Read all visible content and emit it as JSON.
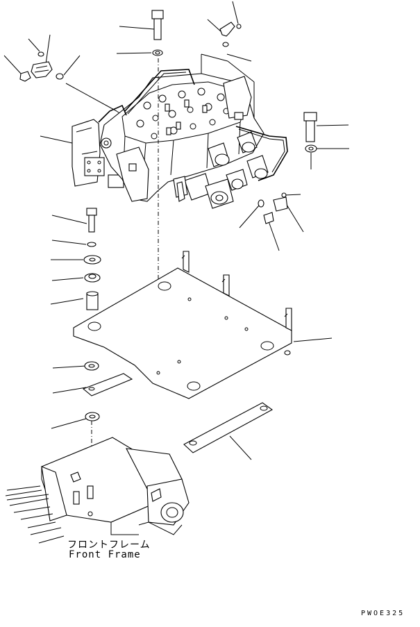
{
  "labels": {
    "front_frame_jp": "フロントフレーム",
    "front_frame_en": "Front Frame",
    "drawing_code": "PWOE325"
  }
}
